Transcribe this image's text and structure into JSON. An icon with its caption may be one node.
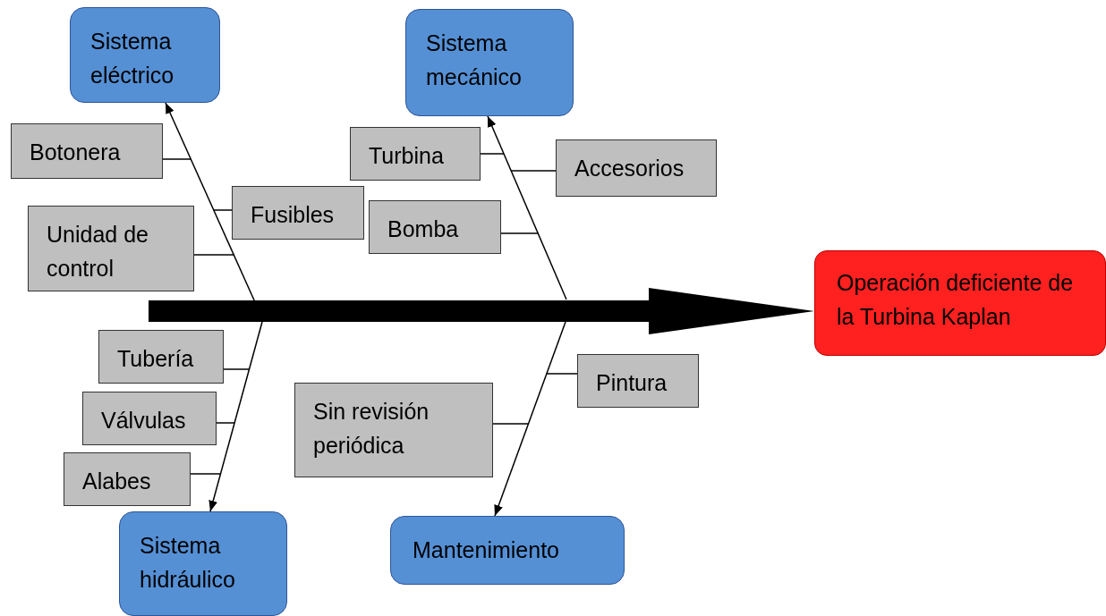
{
  "diagram": {
    "nodes": [
      {
        "text": [
          "Sistema eléctrico"
        ]
      },
      {
        "text": [
          "Sistema mecánico"
        ]
      },
      {
        "text": [
          "Operación deficiente de la Turbina Kaplan"
        ]
      },
      {
        "text": [
          "Sistema hidráulico"
        ]
      },
      {
        "text": [
          "Mantenimiento"
        ]
      },
      {
        "text": [
          "Botonera"
        ]
      },
      {
        "text": [
          "Fusibles"
        ]
      },
      {
        "text": [
          "Unidad de control"
        ]
      },
      {
        "text": [
          "Turbina"
        ]
      },
      {
        "text": [
          "Accesorios"
        ]
      },
      {
        "text": [
          "Bomba"
        ]
      },
      {
        "text": [
          "Tubería"
        ]
      },
      {
        "text": [
          "Válvulas"
        ]
      },
      {
        "text": [
          "Alabes"
        ]
      },
      {
        "text": [
          "Pintura"
        ]
      },
      {
        "text": [
          "Sin revisión periódica"
        ]
      }
    ],
    "edges": [
      {
        "from": null,
        "to": 2,
        "arrow": "to",
        "style": "thick"
      },
      {
        "from": null,
        "to": 0,
        "arrow": "to"
      },
      {
        "from": null,
        "to": 1,
        "arrow": "to"
      },
      {
        "from": null,
        "to": 3,
        "arrow": "to"
      },
      {
        "from": null,
        "to": 4,
        "arrow": "to"
      },
      {
        "from": 5,
        "to": null,
        "arrow": "none"
      },
      {
        "from": 6,
        "to": null,
        "arrow": "none"
      },
      {
        "from": 7,
        "to": null,
        "arrow": "none"
      },
      {
        "from": 8,
        "to": null,
        "arrow": "none"
      },
      {
        "from": 9,
        "to": null,
        "arrow": "none"
      },
      {
        "from": 10,
        "to": null,
        "arrow": "none"
      },
      {
        "from": 11,
        "to": null,
        "arrow": "none"
      },
      {
        "from": 12,
        "to": null,
        "arrow": "none"
      },
      {
        "from": 13,
        "to": null,
        "arrow": "none"
      },
      {
        "from": 14,
        "to": null,
        "arrow": "none"
      },
      {
        "from": 15,
        "to": null,
        "arrow": "none"
      }
    ]
  }
}
